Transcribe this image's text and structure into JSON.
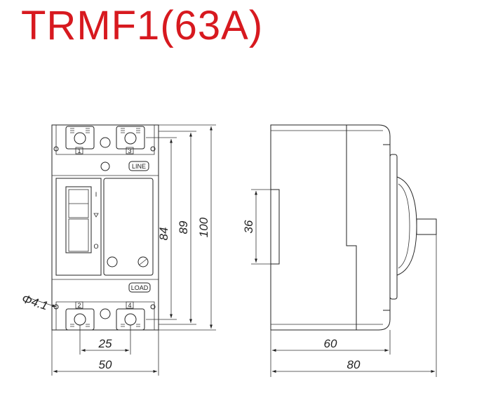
{
  "title": "TRMF1(63A)",
  "colors": {
    "title": "#d7191f",
    "lines": "#222222"
  },
  "front_view": {
    "line_label": "LINE",
    "load_label": "LOAD",
    "top_terminals": [
      "1",
      "3"
    ],
    "bottom_terminals": [
      "2",
      "4"
    ],
    "hole_label": "Φ4.1",
    "dim_width": "50",
    "dim_pitch": "25",
    "dim_84": "84",
    "dim_89": "89",
    "dim_100": "100"
  },
  "side_view": {
    "dim_36": "36",
    "dim_60": "60",
    "dim_80": "80"
  }
}
